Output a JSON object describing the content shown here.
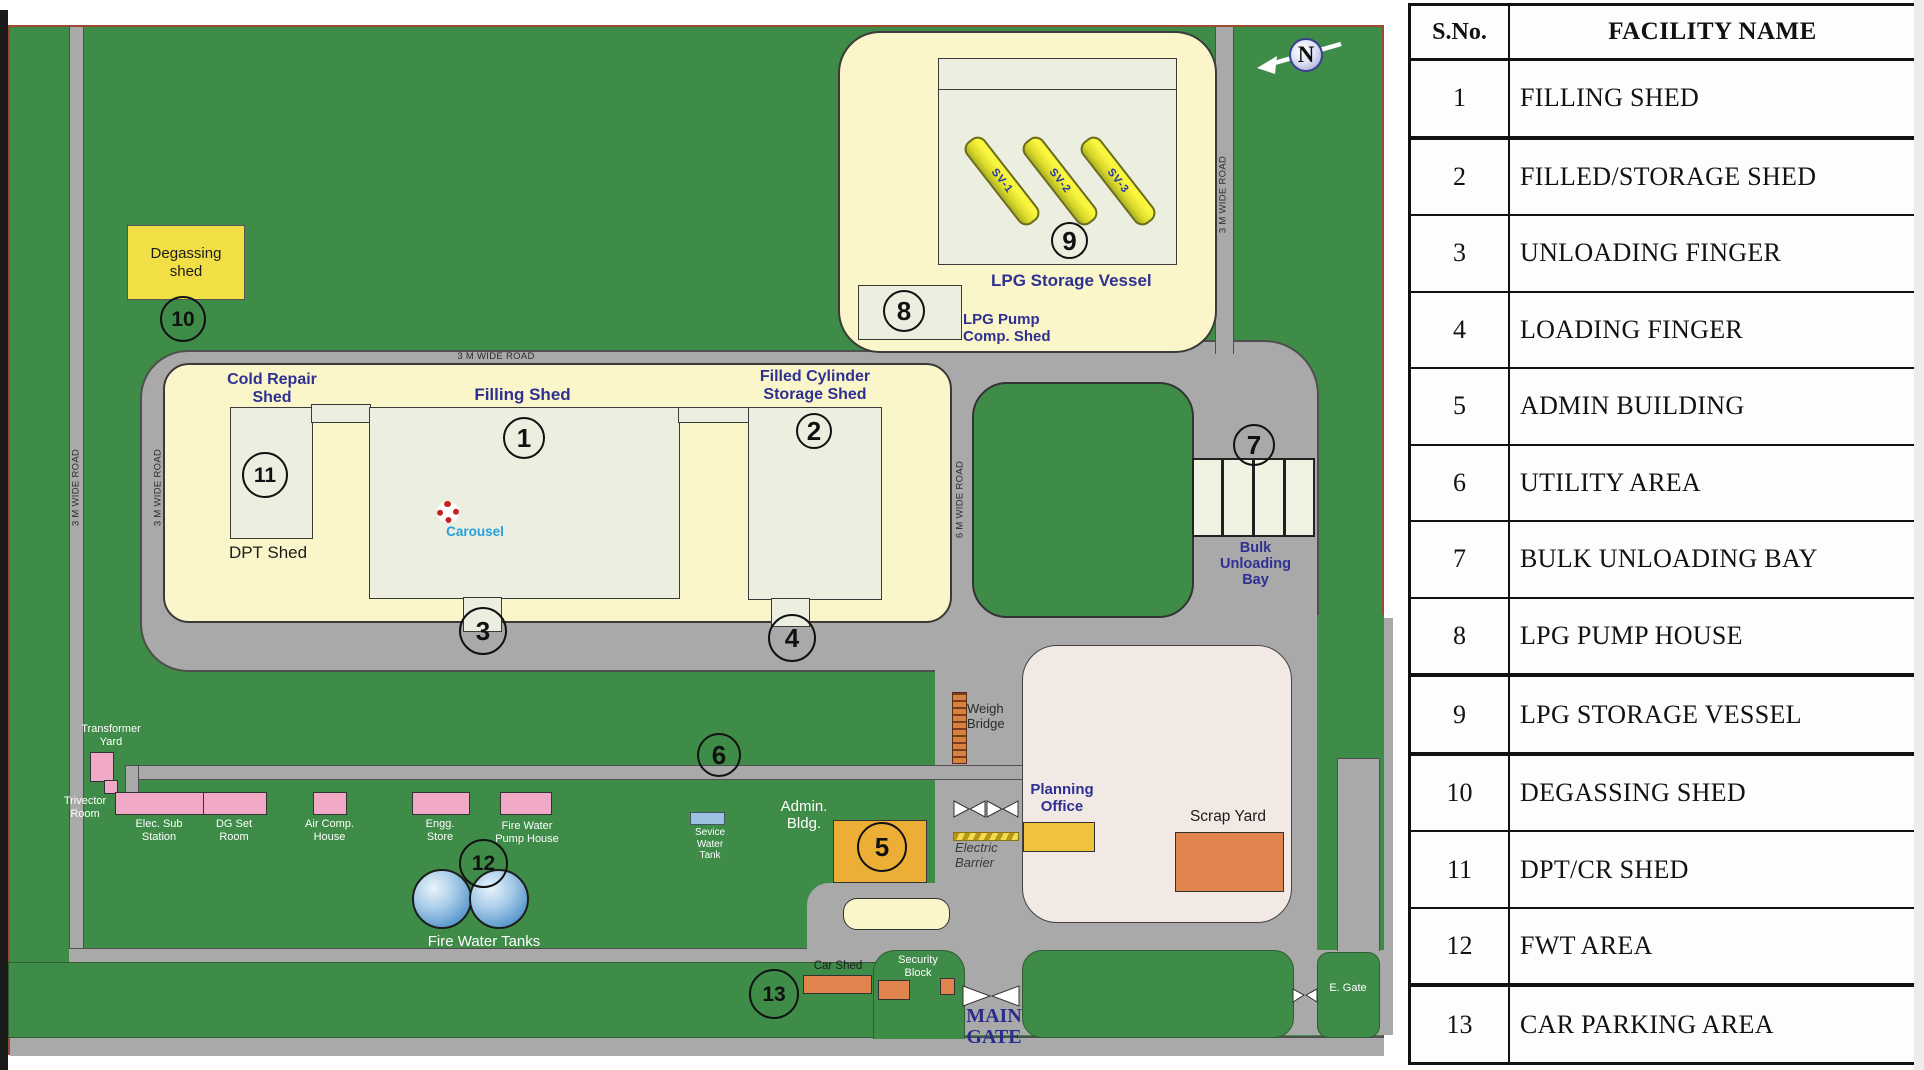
{
  "map": {
    "compass": "N",
    "road_3m": "3 M WIDE ROAD",
    "road_6m": "6 M WIDE ROAD",
    "degassing_shed": "Degassing shed",
    "markers": {
      "m1": "1",
      "m2": "2",
      "m3": "3",
      "m4": "4",
      "m5": "5",
      "m6": "6",
      "m7": "7",
      "m8": "8",
      "m9": "9",
      "m10": "10",
      "m11": "11",
      "m12": "12",
      "m13": "13"
    },
    "top_area": {
      "vessels": [
        "SV-1",
        "SV-2",
        "SV-3"
      ],
      "storage_vessel_label": "LPG Storage Vessel",
      "pump_shed_label": "LPG Pump Comp. Shed"
    },
    "compound": {
      "cold_repair_shed": "Cold Repair Shed",
      "dpt_shed": "DPT Shed",
      "filling_shed": "Filling Shed",
      "carousel": "Carousel",
      "filled_cylinder_shed": "Filled Cylinder Storage Shed"
    },
    "east": {
      "bulk_unloading_bay": "Bulk Unloading Bay",
      "planning_office": "Planning Office",
      "scrap_yard": "Scrap Yard",
      "e_gate": "E. Gate"
    },
    "utility": {
      "transformer_yard": "Transformer Yard",
      "trivector_room": "Trivector Room",
      "elec_sub_station": "Elec. Sub Station",
      "dg_set_room": "DG Set Room",
      "air_comp_house": "Air Comp. House",
      "engg_store": "Engg. Store",
      "fire_water_pump_house": "Fire Water Pump House",
      "service_water_tank": "Sevice Water Tank",
      "fire_water_tanks": "Fire Water Tanks",
      "admin_bldg": "Admin. Bldg.",
      "weigh_bridge": "Weigh Bridge",
      "electric_barrier": "Electric Barrier"
    },
    "south": {
      "car_shed": "Car Shed",
      "security_block": "Security Block",
      "main_gate": "MAIN GATE"
    }
  },
  "table": {
    "header": {
      "sno": "S.No.",
      "facility": "FACILITY NAME"
    },
    "rows": [
      {
        "no": "1",
        "name": "FILLING SHED"
      },
      {
        "no": "2",
        "name": "FILLED/STORAGE SHED"
      },
      {
        "no": "3",
        "name": "UNLOADING FINGER"
      },
      {
        "no": "4",
        "name": "LOADING FINGER"
      },
      {
        "no": "5",
        "name": "ADMIN BUILDING"
      },
      {
        "no": "6",
        "name": "UTILITY AREA"
      },
      {
        "no": "7",
        "name": "BULK UNLOADING BAY"
      },
      {
        "no": "8",
        "name": "LPG PUMP HOUSE"
      },
      {
        "no": "9",
        "name": "LPG STORAGE VESSEL"
      },
      {
        "no": "10",
        "name": "DEGASSING SHED"
      },
      {
        "no": "11",
        "name": "DPT/CR SHED"
      },
      {
        "no": "12",
        "name": "FWT AREA"
      },
      {
        "no": "13",
        "name": "CAR PARKING AREA"
      }
    ]
  }
}
